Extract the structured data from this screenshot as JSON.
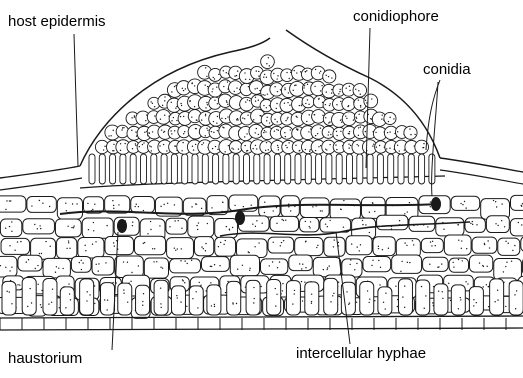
{
  "labels": {
    "host_epidermis": "host epidermis",
    "conidiophore": "conidiophore",
    "conidia": "conidia",
    "haustorium": "haustorium",
    "intercellular_hyphae": "intercellular hyphae"
  },
  "colors": {
    "ink": "#1a1a1a",
    "background": "#ffffff",
    "cell_fill": "#ffffff"
  }
}
